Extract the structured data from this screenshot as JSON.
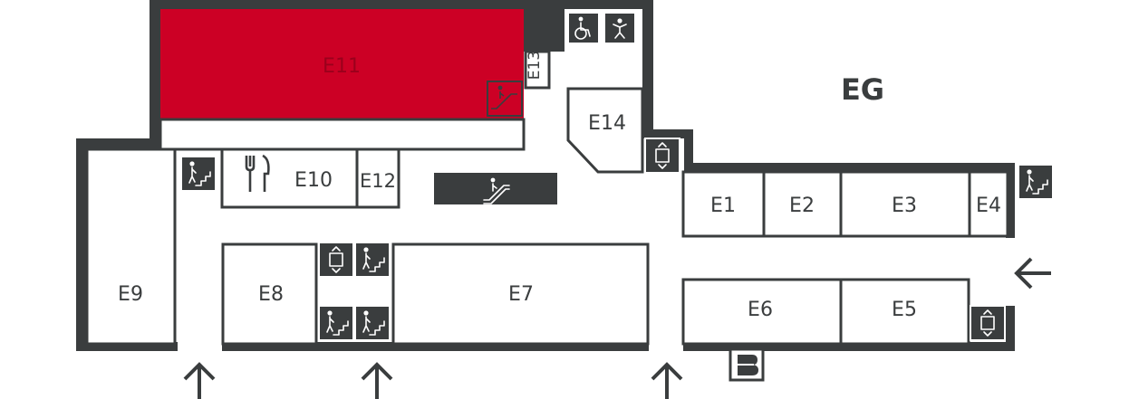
{
  "floor_label": "EG",
  "colors": {
    "wall": "#3a3d3e",
    "highlight": "#cc0025",
    "background": "#ffffff"
  },
  "rooms": {
    "e1": "E1",
    "e2": "E2",
    "e3": "E3",
    "e4": "E4",
    "e5": "E5",
    "e6": "E6",
    "e7": "E7",
    "e8": "E8",
    "e9": "E9",
    "e10": "E10",
    "e11": "E11",
    "e12": "E12",
    "e13": "E13",
    "e14": "E14"
  },
  "highlighted_room": "E11",
  "icons": {
    "stairs": "stairs-icon",
    "elevator": "elevator-icon",
    "escalator": "escalator-icon",
    "wheelchair": "wheelchair-icon",
    "baby_change": "baby-change-icon",
    "restaurant": "fork-knife-icon",
    "info": "info-b-icon",
    "entrance": "arrow-up-icon",
    "entrance_side": "arrow-left-icon"
  }
}
